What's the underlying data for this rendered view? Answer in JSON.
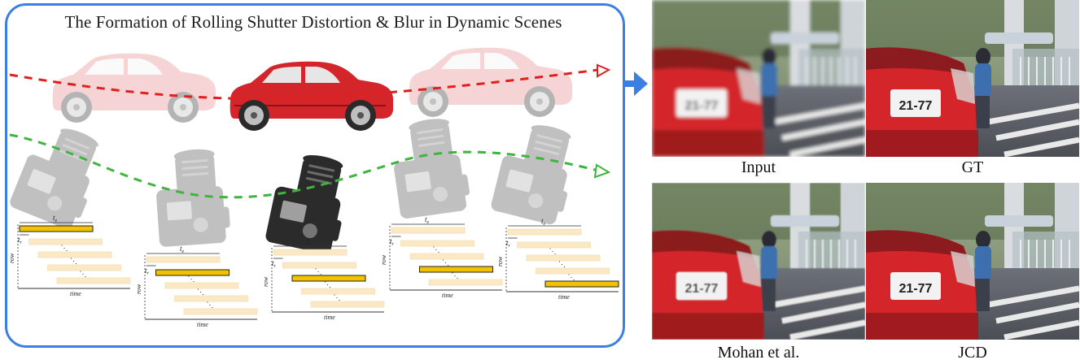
{
  "title": "The Formation of Rolling Shutter Distortion & Blur in Dynamic Scenes",
  "colors": {
    "panel_border": "#3b7fe3",
    "car_path": "#e0201c",
    "camera_path": "#3fb43f",
    "active_row": "#f2c200",
    "inactive_row": "#fbe9c6",
    "car_red": "#d4252b"
  },
  "timing_labels": {
    "exposure": "t_e",
    "readout": "t_r",
    "row_axis": "row",
    "time_axis": "time",
    "ellipsis": "⋱"
  },
  "timing_diagrams": [
    {
      "active_row": 0
    },
    {
      "active_row": 1
    },
    {
      "active_row": 2
    },
    {
      "active_row": 3
    },
    {
      "active_row": 4
    }
  ],
  "cameras": [
    {
      "state": "faded"
    },
    {
      "state": "faded"
    },
    {
      "state": "active"
    },
    {
      "state": "faded"
    },
    {
      "state": "faded"
    }
  ],
  "cars": [
    {
      "state": "faded"
    },
    {
      "state": "active"
    },
    {
      "state": "faded"
    }
  ],
  "photos": [
    {
      "label": "Input",
      "condition": "blurred"
    },
    {
      "label": "GT",
      "condition": "sharp"
    },
    {
      "label": "Mohan et al.",
      "condition": "partial"
    },
    {
      "label": "JCD",
      "condition": "sharp"
    }
  ],
  "plates": {
    "blurred": "21-77",
    "sharp": "21-77"
  },
  "arrow_icon": "right-arrow-icon"
}
